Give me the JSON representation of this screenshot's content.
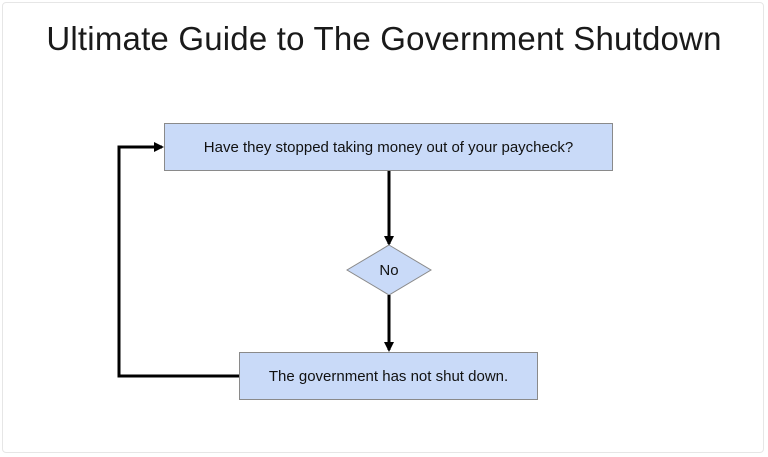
{
  "title": "Ultimate Guide to The Government Shutdown",
  "nodes": {
    "start": "Have they stopped taking money out of your paycheck?",
    "decision": "No",
    "end": "The government has not shut down."
  },
  "colors": {
    "node_fill": "#c9daf8",
    "node_border": "#8a8a8a",
    "arrow": "#000000"
  }
}
